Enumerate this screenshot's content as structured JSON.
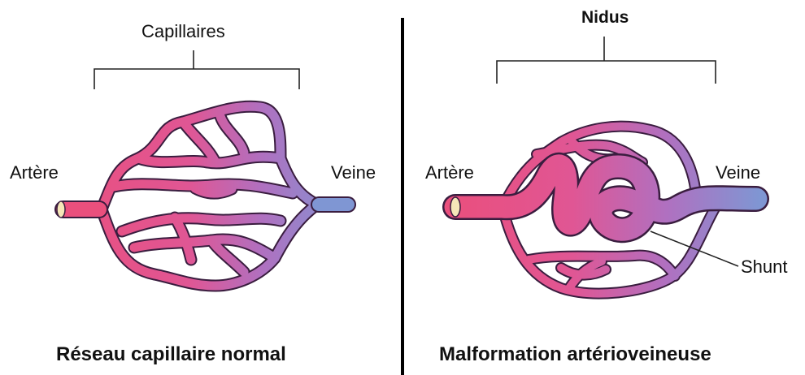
{
  "left_panel": {
    "bracket_label": "Capillaires",
    "artery_label": "Artère",
    "vein_label": "Veine",
    "caption": "Réseau capillaire normal"
  },
  "right_panel": {
    "bracket_label": "Nidus",
    "artery_label": "Artère",
    "vein_label": "Veine",
    "shunt_label": "Shunt",
    "caption": "Malformation artérioveineuse"
  },
  "colors": {
    "artery": "#e84e7e",
    "vein": "#7f96d3",
    "outline": "#3a1d3f",
    "divider": "#000000"
  }
}
